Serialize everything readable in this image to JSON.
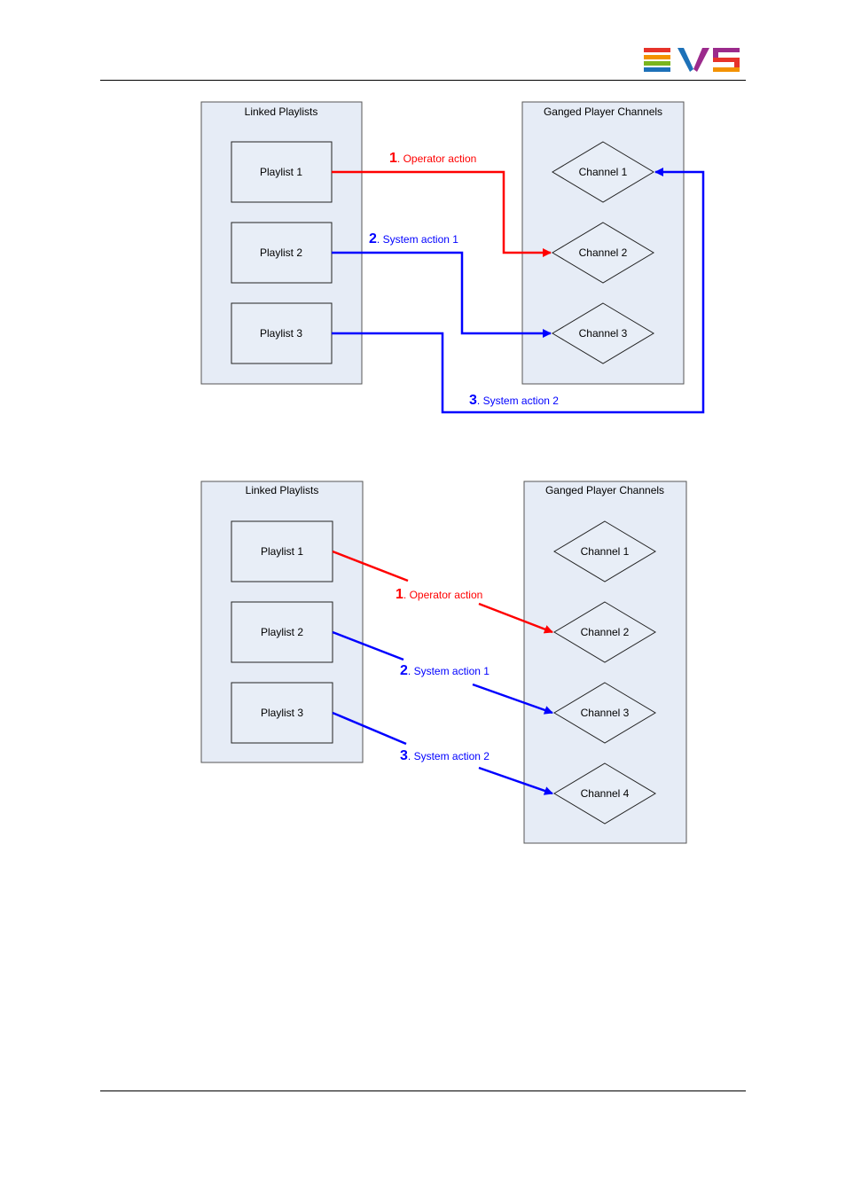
{
  "logo": {
    "text": "EVS",
    "colors": [
      "#e7332a",
      "#f39200",
      "#7ab51d",
      "#1d71b8",
      "#9b2a8c"
    ]
  },
  "colors": {
    "operator": "#ff0000",
    "system": "#0000ff",
    "panel_fill": "#e6ecf6",
    "box_fill": "#e8eef7"
  },
  "diagram1": {
    "left_panel_title": "Linked Playlists",
    "right_panel_title": "Ganged Player Channels",
    "playlists": [
      "Playlist 1",
      "Playlist 2",
      "Playlist 3"
    ],
    "channels": [
      "Channel 1",
      "Channel 2",
      "Channel 3"
    ],
    "actions": [
      {
        "num": "1",
        "label": ". Operator action",
        "kind": "operator"
      },
      {
        "num": "2",
        "label": ". System action 1",
        "kind": "system"
      },
      {
        "num": "3",
        "label": ". System action 2",
        "kind": "system"
      }
    ]
  },
  "diagram2": {
    "left_panel_title": "Linked Playlists",
    "right_panel_title": "Ganged Player Channels",
    "playlists": [
      "Playlist 1",
      "Playlist 2",
      "Playlist 3"
    ],
    "channels": [
      "Channel 1",
      "Channel 2",
      "Channel 3",
      "Channel 4"
    ],
    "actions": [
      {
        "num": "1",
        "label": ". Operator action",
        "kind": "operator"
      },
      {
        "num": "2",
        "label": ". System action 1",
        "kind": "system"
      },
      {
        "num": "3",
        "label": ". System action 2",
        "kind": "system"
      }
    ]
  }
}
